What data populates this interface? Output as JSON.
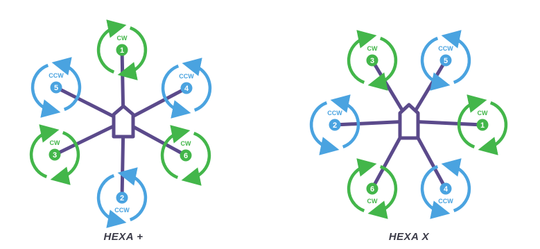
{
  "colors": {
    "frame": "#5b4a8b",
    "cw": "#43b64a",
    "ccw": "#4aa3e0",
    "title": "#3b3b48"
  },
  "diagrams": [
    {
      "id": "hexa-plus",
      "title": "HEXA +",
      "motors": [
        {
          "number": "1",
          "direction": "CW",
          "label_pos": "above"
        },
        {
          "number": "4",
          "direction": "CCW",
          "label_pos": "above"
        },
        {
          "number": "6",
          "direction": "CW",
          "label_pos": "above"
        },
        {
          "number": "2",
          "direction": "CCW",
          "label_pos": "below"
        },
        {
          "number": "3",
          "direction": "CW",
          "label_pos": "above"
        },
        {
          "number": "5",
          "direction": "CCW",
          "label_pos": "above"
        }
      ]
    },
    {
      "id": "hexa-x",
      "title": "HEXA X",
      "motors": [
        {
          "number": "5",
          "direction": "CCW",
          "label_pos": "above"
        },
        {
          "number": "1",
          "direction": "CW",
          "label_pos": "above"
        },
        {
          "number": "4",
          "direction": "CCW",
          "label_pos": "below"
        },
        {
          "number": "6",
          "direction": "CW",
          "label_pos": "below"
        },
        {
          "number": "2",
          "direction": "CCW",
          "label_pos": "above"
        },
        {
          "number": "3",
          "direction": "CW",
          "label_pos": "above"
        }
      ]
    }
  ]
}
